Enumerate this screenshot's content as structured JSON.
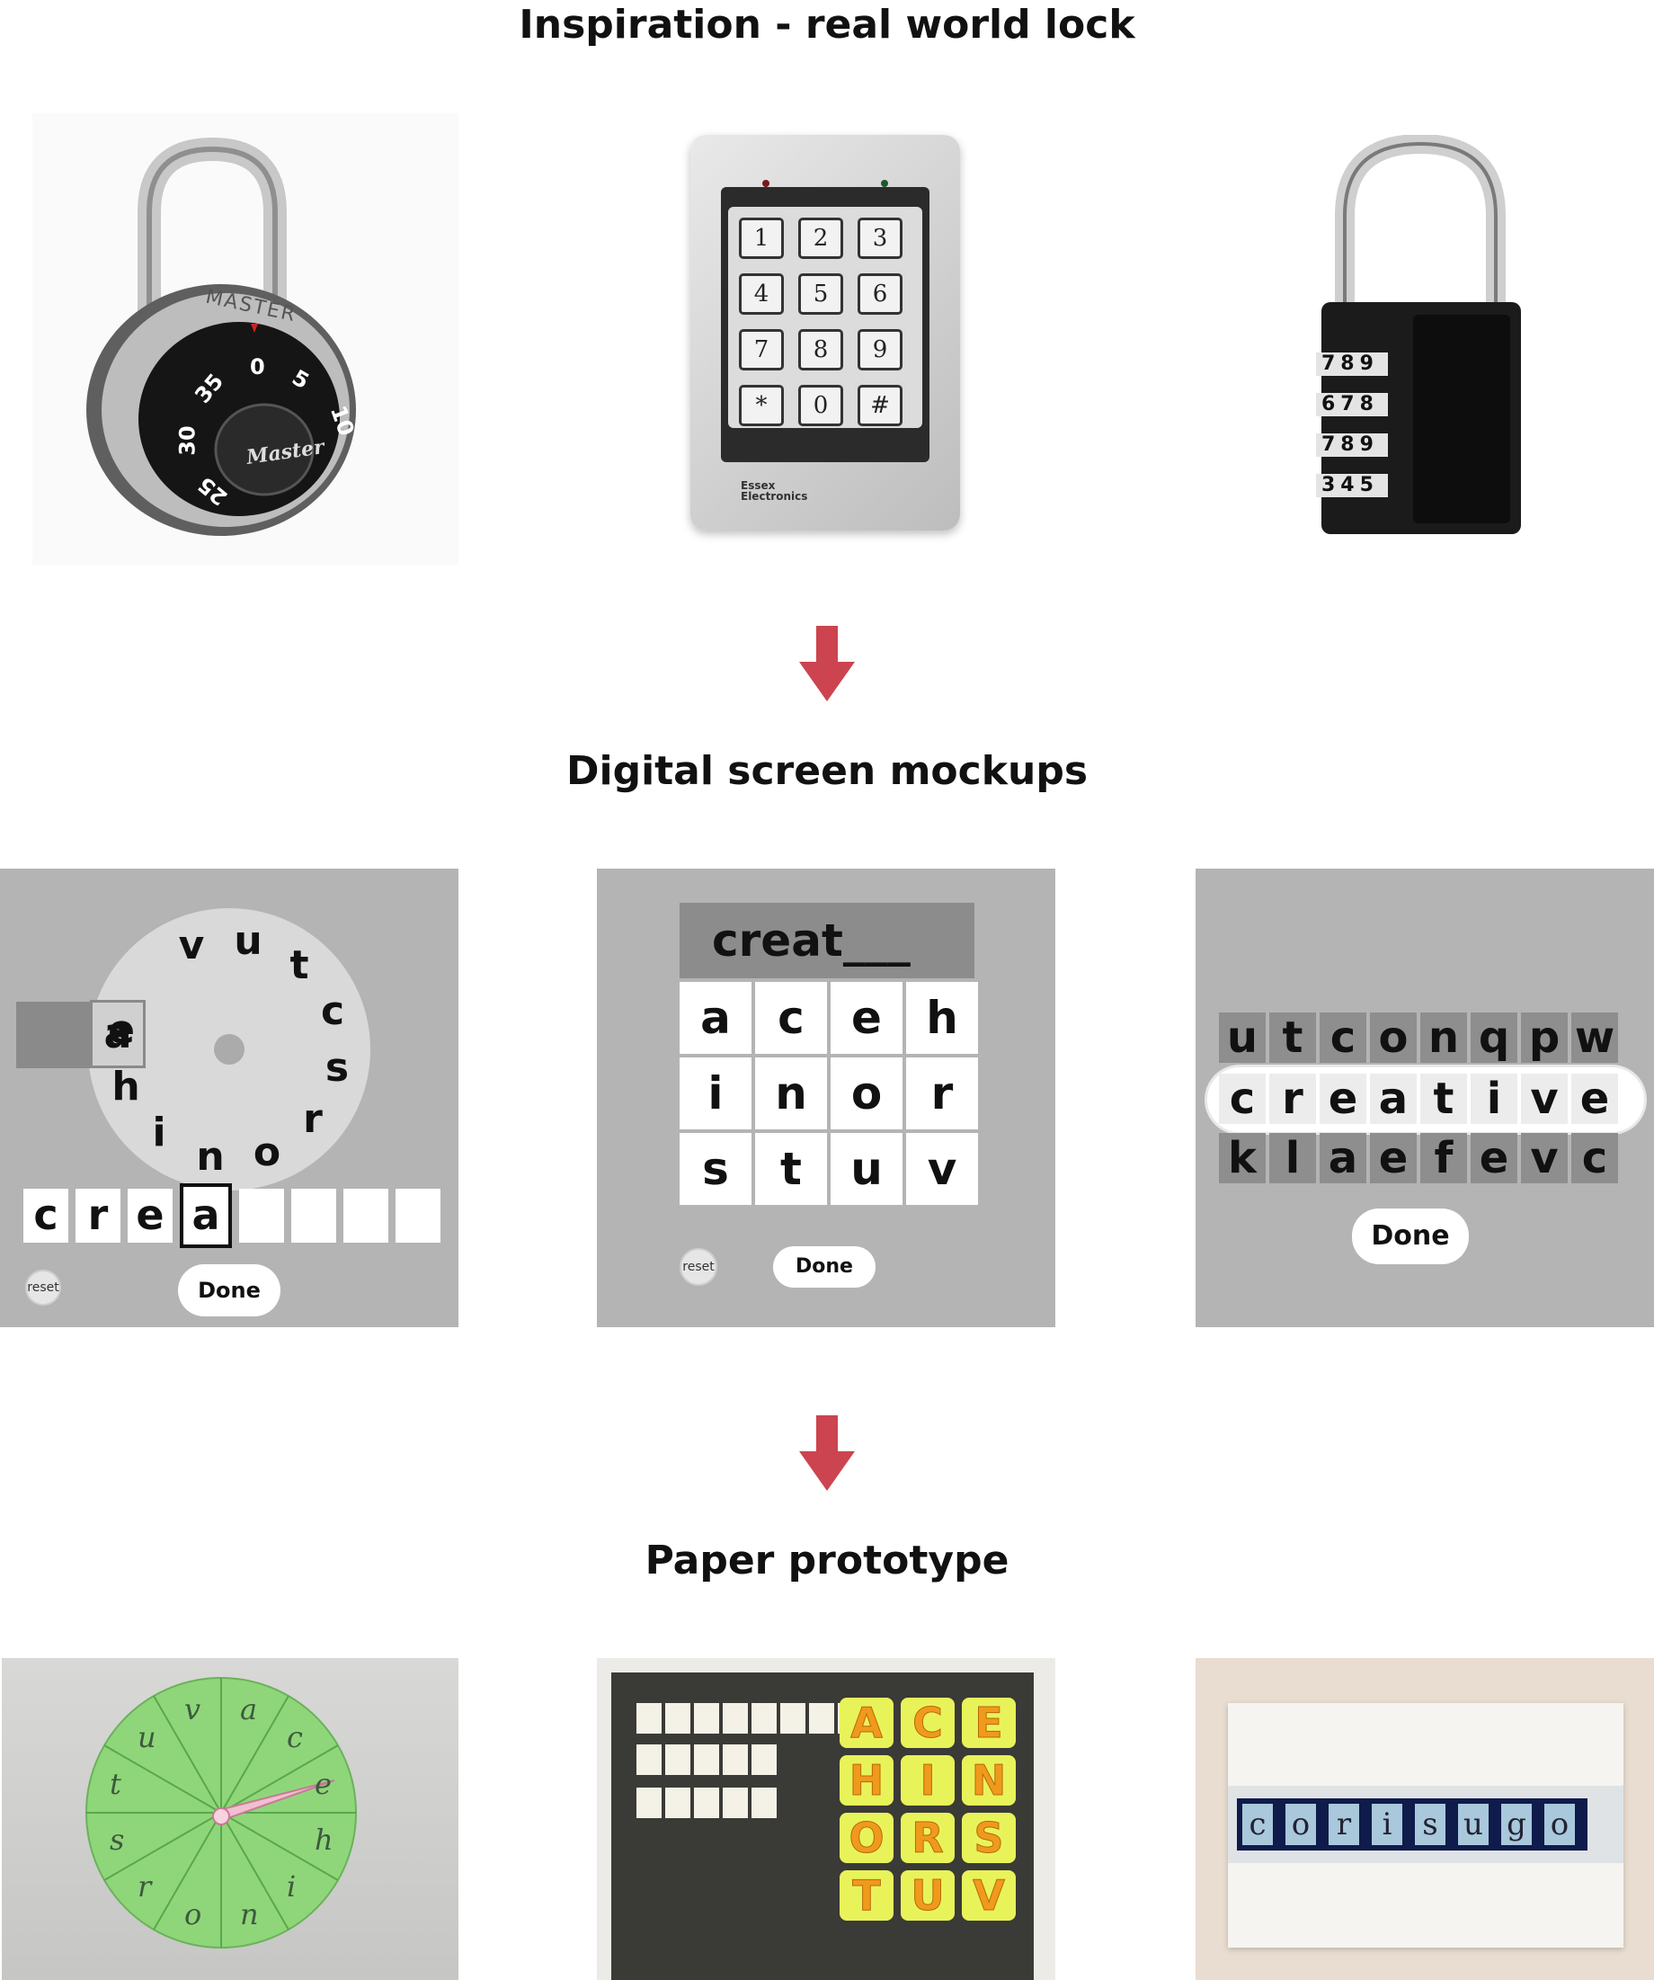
{
  "titles": {
    "inspiration": "Inspiration - real world lock",
    "mockups": "Digital screen mockups",
    "paper": "Paper prototype"
  },
  "photos": {
    "dial_lock": {
      "brand": "MASTER",
      "logo": "Master",
      "dial_numbers": [
        "0",
        "5",
        "35",
        "30",
        "25",
        "10"
      ]
    },
    "keypad": {
      "keys": [
        "1",
        "2",
        "3",
        "4",
        "5",
        "6",
        "7",
        "8",
        "9",
        "*",
        "0",
        "#"
      ],
      "brand": "Essex Electronics"
    },
    "combo_lock": {
      "rows": [
        "789",
        "678",
        "789",
        "345"
      ]
    }
  },
  "mockup_dial": {
    "letters": [
      "v",
      "u",
      "t",
      "c",
      "s",
      "r",
      "o",
      "n",
      "i",
      "h",
      "e",
      "a"
    ],
    "selected_letter": "a",
    "slots": [
      "c",
      "r",
      "e",
      "a",
      "",
      "",
      "",
      ""
    ],
    "reset_label": "reset",
    "done_label": "Done"
  },
  "mockup_keypad": {
    "display": "creat___",
    "keys": [
      "a",
      "c",
      "e",
      "h",
      "i",
      "n",
      "o",
      "r",
      "s",
      "t",
      "u",
      "v"
    ],
    "reset_label": "reset",
    "done_label": "Done"
  },
  "mockup_rotor": {
    "top_row": [
      "u",
      "t",
      "c",
      "o",
      "n",
      "q",
      "p",
      "w"
    ],
    "mid_row": [
      "c",
      "r",
      "e",
      "a",
      "t",
      "i",
      "v",
      "e"
    ],
    "bottom_row": [
      "k",
      "l",
      "a",
      "e",
      "f",
      "e",
      "v",
      "c"
    ],
    "done_label": "Done"
  },
  "paper_wheel": {
    "letters": [
      "v",
      "a",
      "c",
      "e",
      "h",
      "i",
      "n",
      "o",
      "r",
      "s",
      "t",
      "u"
    ]
  },
  "paper_tiles": {
    "tiles": [
      "A",
      "C",
      "E",
      "H",
      "I",
      "N",
      "O",
      "R",
      "S",
      "T",
      "U",
      "V"
    ]
  },
  "paper_rotor": {
    "letters": [
      "c",
      "o",
      "r",
      "i",
      "s",
      "u",
      "g",
      "o"
    ]
  },
  "colors": {
    "arrow": "#cc4450",
    "mock_bg": "#b4b4b4",
    "wheel_green": "#8fd67a"
  }
}
